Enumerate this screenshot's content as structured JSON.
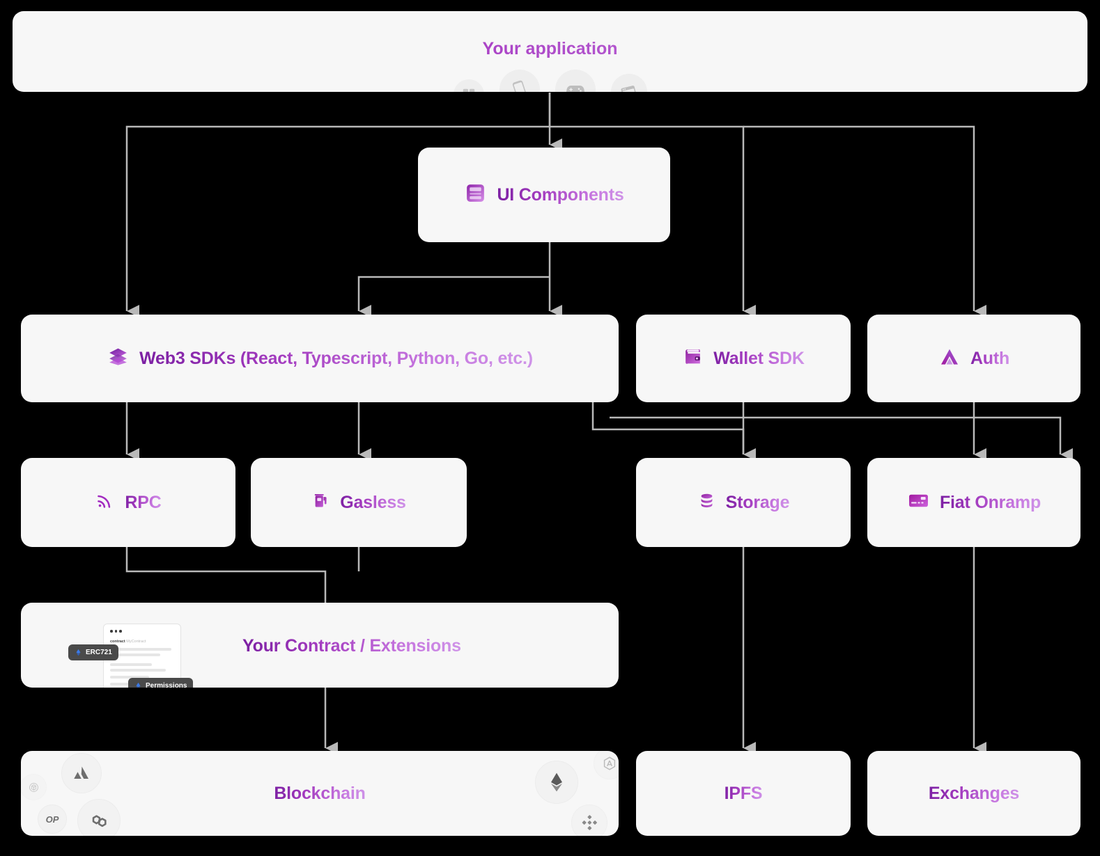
{
  "theme": {
    "background": "#000000",
    "card_bg": "#f7f7f7",
    "wire_color": "#b9b9b9",
    "accent_dark": "#7b1fa2",
    "accent_light": "#cf94e8",
    "badge_bg": "#4a4a4a",
    "badge_icon": "#2f6fe4"
  },
  "app_header": {
    "title": "Your application",
    "platform_icons": [
      {
        "name": "apps-grid-icon",
        "size": "sm"
      },
      {
        "name": "mobile-phone-icon",
        "size": "lg"
      },
      {
        "name": "game-controller-icon",
        "size": "lg"
      },
      {
        "name": "browser-window-icon",
        "size": "md"
      }
    ]
  },
  "nodes": {
    "ui_components": {
      "label": "UI Components",
      "icon": "ui-panel-icon"
    },
    "web3_sdks": {
      "label": "Web3 SDKs (React, Typescript, Python, Go, etc.)",
      "icon": "layers-icon"
    },
    "wallet_sdk": {
      "label": "Wallet SDK",
      "icon": "wallet-icon"
    },
    "auth": {
      "label": "Auth",
      "icon": "auth-triangle-icon"
    },
    "rpc": {
      "label": "RPC",
      "icon": "signal-broadcast-icon"
    },
    "gasless": {
      "label": "Gasless",
      "icon": "fuel-pump-icon"
    },
    "storage": {
      "label": "Storage",
      "icon": "database-icon"
    },
    "fiat_onramp": {
      "label": "Fiat Onramp",
      "icon": "credit-card-icon"
    },
    "contract": {
      "label": "Your Contract / Extensions"
    },
    "blockchain": {
      "label": "Blockchain"
    },
    "ipfs": {
      "label": "IPFS"
    },
    "exchanges": {
      "label": "Exchanges"
    }
  },
  "contract_illustration": {
    "code_keyword": "contract",
    "code_name": "MyContract",
    "badges": [
      {
        "label": "ERC721",
        "icon": "ethereum-diamond-icon"
      },
      {
        "label": "Permissions",
        "icon": "ethereum-diamond-icon"
      }
    ]
  },
  "blockchain_logos": [
    {
      "name": "fantom-logo-icon"
    },
    {
      "name": "avalanche-logo-icon"
    },
    {
      "name": "optimism-logo-icon"
    },
    {
      "name": "polygon-logo-icon"
    },
    {
      "name": "ethereum-logo-icon"
    },
    {
      "name": "arbitrum-logo-icon"
    },
    {
      "name": "binance-logo-icon"
    }
  ]
}
